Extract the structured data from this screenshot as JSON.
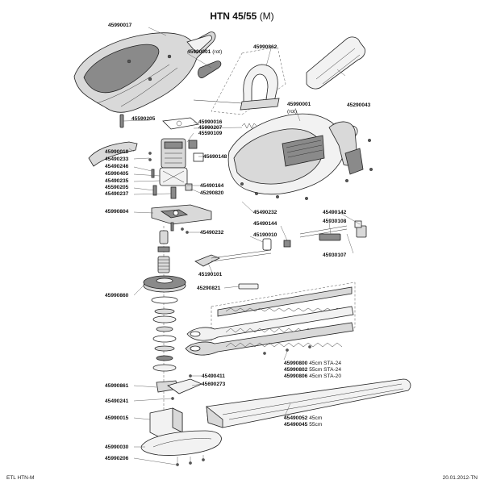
{
  "title": {
    "model": "HTN 45/55",
    "suffix": "(M)"
  },
  "footer": {
    "left": "ETL HTN-M",
    "right": "20.01.2012-TN"
  },
  "labels": {
    "p45990017": "45990017",
    "p45990001": "45990001",
    "rot": "(rot)",
    "p45990862": "45990862",
    "p45290043": "45290043",
    "p45990001b": "45990001",
    "rot2": "(rot)",
    "p45590205": "45590205",
    "p45990016": "45990016",
    "p45990207": "45990207",
    "p45590109": "45590109",
    "p45990019": "45990019",
    "p45490233": "45490233",
    "p45490246": "45490246",
    "p45990405": "45990405",
    "p45490235": "45490235",
    "p45590205b": "45590205",
    "p45490237": "45490237",
    "p45690148": "45690148",
    "p45490164": "45490164",
    "p45290820": "45290820",
    "p45990804": "45990804",
    "p45490232": "45490232",
    "p45490232b": "45490232",
    "p45490142": "45490142",
    "p45490144": "45490144",
    "p45930108": "45930108",
    "p45190010": "45190010",
    "p45930107": "45930107",
    "p45190101": "45190101",
    "p45990860": "45990860",
    "p45290821": "45290821",
    "p45990800": "45990800",
    "n45990800": "45cm STA-24",
    "p45990802": "45990802",
    "n45990802": "55cm STA-24",
    "p45990806": "45990806",
    "n45990806": "45cm STA-20",
    "p45490411": "45490411",
    "p45690273": "45690273",
    "p45990861": "45990861",
    "p45490241": "45490241",
    "p45990015": "45990015",
    "p45490052": "45490052",
    "n45490052": "45cm",
    "p45490045": "45490045",
    "n45490045": "55cm",
    "p45990030": "45990030",
    "p45990206": "45990206"
  }
}
